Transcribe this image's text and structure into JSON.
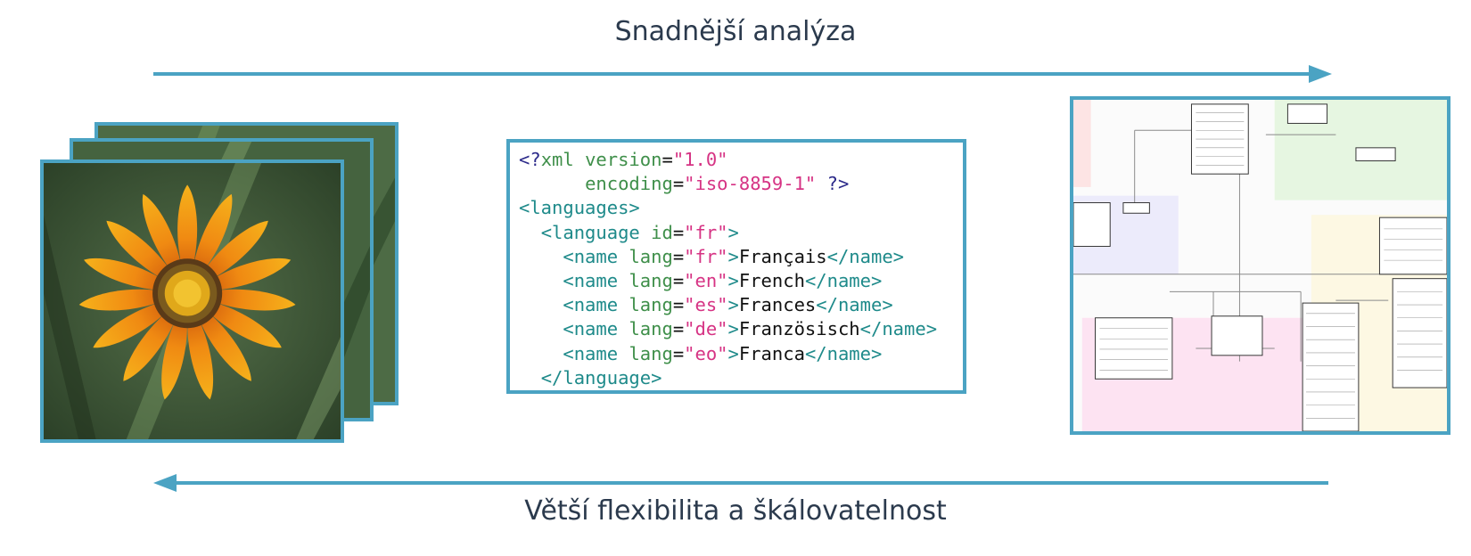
{
  "top_label": "Snadnější analýza",
  "bottom_label": "Větší flexibilita a škálovatelnost",
  "colors": {
    "accent": "#4ba3c3",
    "text": "#2b3a4d"
  },
  "code": {
    "l1_open": "<?",
    "l1_name": "xml",
    "l1_attr": "version",
    "l1_val": "\"1.0\"",
    "l2_attr": "encoding",
    "l2_val": "\"iso-8859-1\"",
    "l2_close": "?>",
    "l3_tag": "<languages>",
    "l4_open": "<language",
    "l4_attr": "id",
    "l4_val": "\"fr\"",
    "l4_close": ">",
    "names": [
      {
        "open": "<name",
        "attr": "lang",
        "val": "\"fr\"",
        "gt": ">",
        "text": "Français",
        "close": "</name>"
      },
      {
        "open": "<name",
        "attr": "lang",
        "val": "\"en\"",
        "gt": ">",
        "text": "French",
        "close": "</name>"
      },
      {
        "open": "<name",
        "attr": "lang",
        "val": "\"es\"",
        "gt": ">",
        "text": "Frances",
        "close": "</name>"
      },
      {
        "open": "<name",
        "attr": "lang",
        "val": "\"de\"",
        "gt": ">",
        "text": "Französisch",
        "close": "</name>"
      },
      {
        "open": "<name",
        "attr": "lang",
        "val": "\"eo\"",
        "gt": ">",
        "text": "Franca",
        "close": "</name>"
      }
    ],
    "l10_tag": "</language>"
  }
}
